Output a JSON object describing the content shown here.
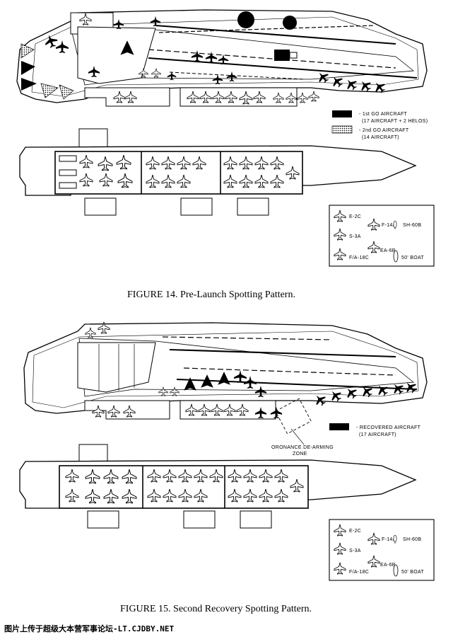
{
  "figure14": {
    "caption": "FIGURE 14. Pre-Launch Spotting Pattern.",
    "legend_first_go": [
      "- 1st GO AIRCRAFT",
      "(17 AIRCRAFT + 2 HELOS)"
    ],
    "legend_second_go": [
      "- 2nd GO AIRCRAFT",
      "(14 AIRCRAFT)"
    ],
    "key": {
      "e2c": "E-2C",
      "f14a": "F-14A",
      "sh60b": "SH-60B",
      "s3a": "S-3A",
      "ea6b": "EA-6B",
      "fa18c": "F/A-18C",
      "boat": "50' BOAT"
    }
  },
  "figure15": {
    "caption": "FIGURE 15. Second Recovery Spotting Pattern.",
    "legend_recovered": [
      "- RECOVERED AIRCRAFT",
      "(17 AIRCRAFT)"
    ],
    "zone_label": [
      "ORONANCE DE-ARMING",
      "ZONE"
    ],
    "key": {
      "e2c": "E-2C",
      "f14a": "F-14A",
      "sh60b": "SH-60B",
      "s3a": "S-3A",
      "ea6b": "EA-6B",
      "fa18c": "F/A-18C",
      "boat": "50' BOAT"
    }
  },
  "watermark": "图片上传于超级大本营军事论坛-LT.CJDBY.NET",
  "colors": {
    "ink": "#000000",
    "paper": "#ffffff",
    "stipple": "#888888"
  }
}
